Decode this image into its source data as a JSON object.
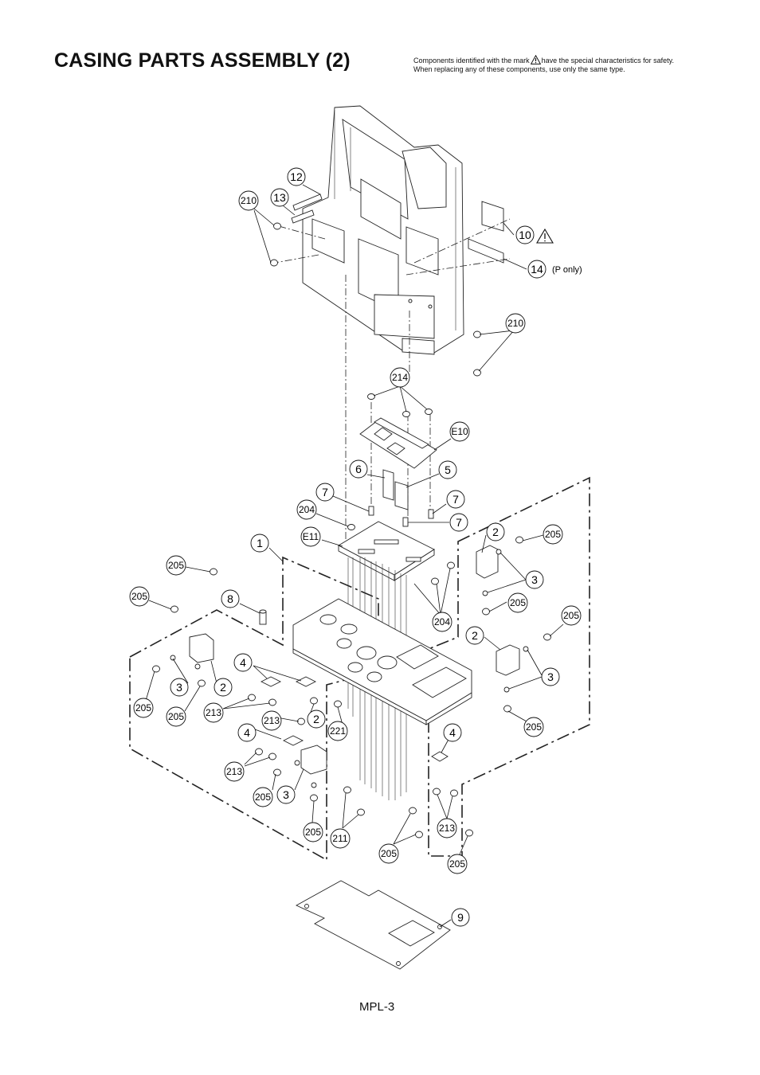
{
  "title": "CASING PARTS ASSEMBLY (2)",
  "note": {
    "line1_before": "Components identified with the mark",
    "line1_after": "have the special characteristics for safety.",
    "line2": "When replacing any of these components, use only the same type."
  },
  "icons": {
    "warning": "warning-triangle-icon"
  },
  "callouts": [
    {
      "label": "12"
    },
    {
      "label": "13"
    },
    {
      "label": "210"
    },
    {
      "label": "10"
    },
    {
      "label": "14"
    },
    {
      "label": "210"
    },
    {
      "label": "214"
    },
    {
      "label": "E10"
    },
    {
      "label": "6"
    },
    {
      "label": "5"
    },
    {
      "label": "7"
    },
    {
      "label": "204"
    },
    {
      "label": "7"
    },
    {
      "label": "7"
    },
    {
      "label": "E11"
    },
    {
      "label": "1"
    },
    {
      "label": "205"
    },
    {
      "label": "205"
    },
    {
      "label": "8"
    },
    {
      "label": "2"
    },
    {
      "label": "205"
    },
    {
      "label": "3"
    },
    {
      "label": "205"
    },
    {
      "label": "204"
    },
    {
      "label": "205"
    },
    {
      "label": "2"
    },
    {
      "label": "3"
    },
    {
      "label": "205"
    },
    {
      "label": "4"
    },
    {
      "label": "3"
    },
    {
      "label": "2"
    },
    {
      "label": "205"
    },
    {
      "label": "205"
    },
    {
      "label": "213"
    },
    {
      "label": "213"
    },
    {
      "label": "2"
    },
    {
      "label": "221"
    },
    {
      "label": "4"
    },
    {
      "label": "4"
    },
    {
      "label": "213"
    },
    {
      "label": "205"
    },
    {
      "label": "3"
    },
    {
      "label": "205"
    },
    {
      "label": "211"
    },
    {
      "label": "205"
    },
    {
      "label": "213"
    },
    {
      "label": "205"
    },
    {
      "label": "9"
    }
  ],
  "labels": {
    "p_only": "(P only)"
  },
  "footer": "MPL-3"
}
